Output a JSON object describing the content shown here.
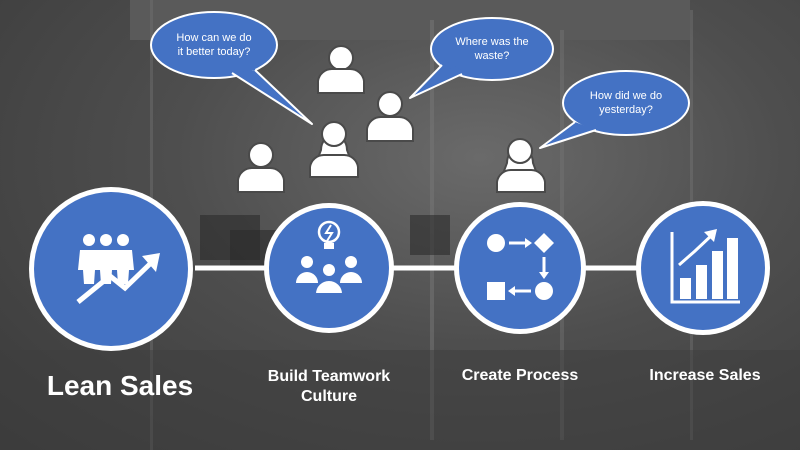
{
  "colors": {
    "accent": "#4472C4",
    "text": "#FFFFFF",
    "background": "#4a4a4a"
  },
  "steps": [
    {
      "label": "Lean Sales",
      "icon": "people-growth-icon"
    },
    {
      "label": "Build Teamwork Culture",
      "label_line1": "Build Teamwork",
      "label_line2": "Culture",
      "icon": "team-idea-icon"
    },
    {
      "label": "Create Process",
      "icon": "process-flow-icon"
    },
    {
      "label": "Increase Sales",
      "icon": "bar-chart-growth-icon"
    }
  ],
  "bubbles": [
    {
      "line1": "How can we do",
      "line2": "it better today?"
    },
    {
      "line1": "Where was the",
      "line2": "waste?"
    },
    {
      "line1": "How did we do",
      "line2": "yesterday?"
    }
  ]
}
